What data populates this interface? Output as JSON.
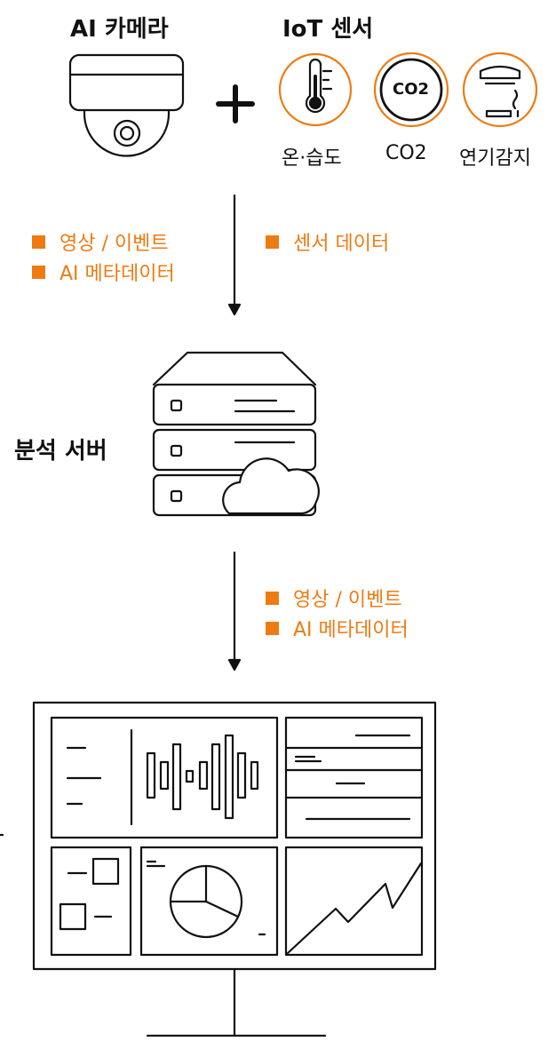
{
  "colors": {
    "accent": "#ee7b12",
    "ink": "#111111"
  },
  "labels": {
    "ai_camera": "AI 카메라",
    "iot_sensor": "IoT 센서",
    "plus": "+",
    "temp_humidity": "온·습도",
    "co2": "CO2",
    "smoke": "연기감지",
    "server": "분석 서버"
  },
  "co2_icon_text": "CO2",
  "legend_camera": [
    "영상 / 이벤트",
    "AI 메타데이터"
  ],
  "legend_sensor": [
    "센서 데이터"
  ],
  "legend_server": [
    "영상 / 이벤트",
    "AI 메타데이터"
  ],
  "icons": {
    "camera": "dome-camera-icon",
    "thermometer": "thermometer-icon",
    "co2": "co2-icon",
    "smoke": "smoke-detector-icon",
    "server": "server-cloud-icon",
    "monitor": "dashboard-monitor-icon"
  }
}
